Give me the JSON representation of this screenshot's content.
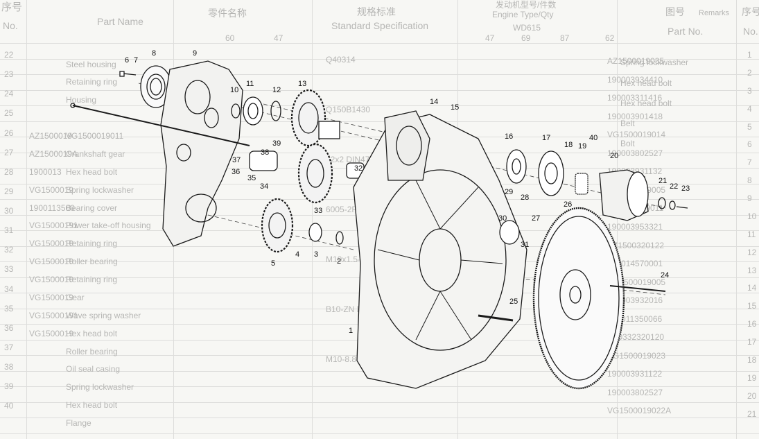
{
  "header": {
    "seq_cn": "序号",
    "seq_en": "No.",
    "part_name_en": "Part Name",
    "part_name_cn": "零件名称",
    "col_60": "60",
    "col_47": "47",
    "standard_cn": "规格标准",
    "standard_en": "Standard Specification",
    "qty_cn": "发动机型号/件数",
    "qty_en": "Engine Type/Qty",
    "engine_type": "WD615",
    "qty_cols": [
      "62",
      "87",
      "69",
      "47"
    ],
    "part_no_cn": "图号",
    "part_no_en": "Part No.",
    "remarks_en": "Remarks",
    "seq_cn_right": "序号",
    "seq_en_right": "No."
  },
  "left_rows": [
    "22",
    "23",
    "24",
    "25",
    "26",
    "27",
    "28",
    "29",
    "30",
    "31",
    "32",
    "33",
    "34",
    "35",
    "36",
    "37",
    "38",
    "39",
    "40"
  ],
  "right_rows": [
    "1",
    "2",
    "3",
    "4",
    "5",
    "6",
    "7",
    "8",
    "9",
    "10",
    "11",
    "12",
    "13",
    "14",
    "15",
    "16",
    "17",
    "18",
    "19",
    "20",
    "21"
  ],
  "part_numbers": [
    "AZ1500019035",
    "190003934410",
    "190003311416",
    "190003901418",
    "VG1500019014",
    "190003802527",
    "190003931132",
    "VG1500019005",
    "AZ1500019011",
    "190003953321",
    "AZ1500320122",
    "190014570001",
    "VG1500019005",
    "190003932016",
    "190011350066",
    "AZ0332320120",
    "VG1500019023",
    "190003931122",
    "190003802527",
    "VG1500019022A"
  ],
  "left_part_names": [
    "Steel housing",
    "Retaining ring",
    "Housing",
    "",
    "VG1500019011",
    "Crankshaft gear",
    "Hex head bolt",
    "Spring lockwasher",
    "Bearing cover",
    "Power take-off housing",
    "Retaining ring",
    "Roller bearing",
    "Retaining ring",
    "Gear",
    "Wave spring washer",
    "Hex head bolt",
    "Roller bearing",
    "Oil seal casing",
    "Spring lockwasher",
    "Hex head bolt",
    "Flange"
  ],
  "left_codes": [
    "AZ1500019",
    "AZ1500019A",
    "1900013",
    "VG1500019",
    "1900113500",
    "VG15000191",
    "VG1500019",
    "VG1500019",
    "VG1500019",
    "VG1500019",
    "VG15000191",
    "VG1500019"
  ],
  "mid_specs": [
    "Q40314",
    "Q150B1430",
    "62x2 DIN472",
    "6005-2RS DIN625",
    "M10x1.5-8.8 DIN",
    "B10-ZN DIN137",
    "M10-8.8-ZNK DIN931"
  ],
  "right_names": [
    "Spring lockwasher",
    "Hex head bolt",
    "Hex head bolt",
    "Belt",
    "Bolt"
  ],
  "callouts": [
    "1",
    "2",
    "3",
    "4",
    "5",
    "6",
    "7",
    "8",
    "9",
    "10",
    "11",
    "12",
    "13",
    "14",
    "15",
    "16",
    "17",
    "18",
    "19",
    "20",
    "21",
    "22",
    "23",
    "24",
    "25",
    "26",
    "27",
    "28",
    "29",
    "30",
    "31",
    "32",
    "33",
    "34",
    "35",
    "36",
    "37",
    "38",
    "39",
    "40"
  ]
}
